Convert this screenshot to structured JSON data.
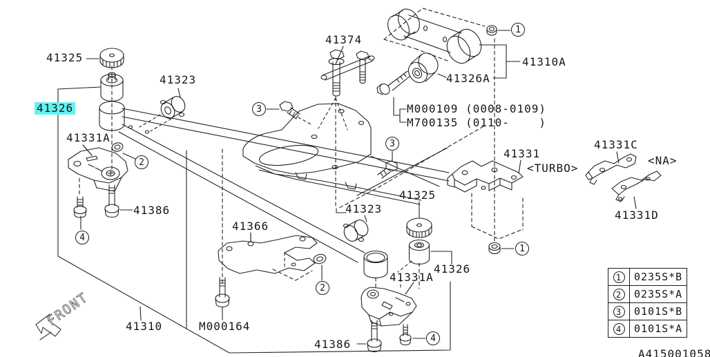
{
  "diagram_title": "Differential mounting parts diagram",
  "colors": {
    "highlight": "#62f2f2",
    "line": "#222222",
    "background": "#ffffff"
  },
  "labels": {
    "p41325_top": "41325",
    "p41326_main": "41326",
    "p41323_top": "41323",
    "p41331a_left": "41331A",
    "p41386_left": "41386",
    "p41310": "41310",
    "m000164": "M000164",
    "p41366": "41366",
    "p41374": "41374",
    "p41310a": "41310A",
    "p41326a": "41326A",
    "m000109": "M000109 (0008-0109)",
    "m700135": "M700135 (0110-    )",
    "p41331": "41331",
    "turbo": "<TURBO>",
    "p41331c": "41331C",
    "na": "<NA>",
    "p41331d": "41331D",
    "p41325_mid": "41325",
    "p41323_mid": "41323",
    "p41326_mid": "41326",
    "p41331a_mid": "41331A",
    "p41386_mid": "41386",
    "front": "FRONT",
    "drawing_number": "A415001058"
  },
  "callouts": [
    {
      "num": "1"
    },
    {
      "num": "1"
    },
    {
      "num": "2"
    },
    {
      "num": "2"
    },
    {
      "num": "3"
    },
    {
      "num": "3"
    },
    {
      "num": "4"
    },
    {
      "num": "4"
    }
  ],
  "legend": {
    "rows": [
      {
        "num": "1",
        "code": "0235S*B"
      },
      {
        "num": "2",
        "code": "0235S*A"
      },
      {
        "num": "3",
        "code": "0101S*B"
      },
      {
        "num": "4",
        "code": "0101S*A"
      }
    ]
  }
}
